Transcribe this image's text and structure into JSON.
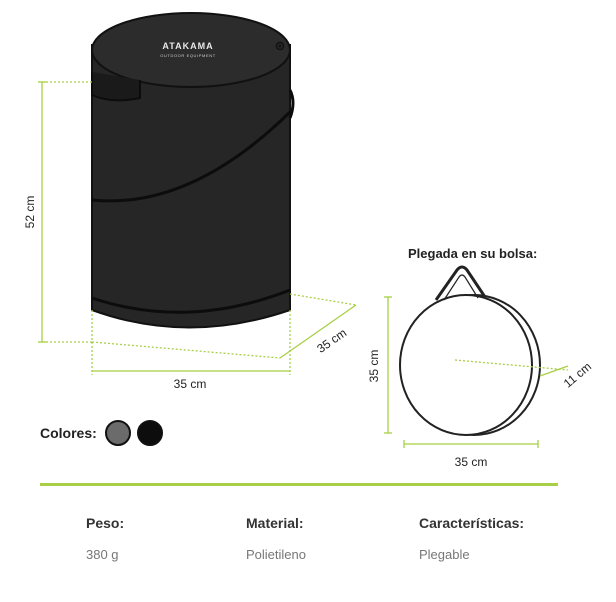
{
  "product": {
    "brand": "ATAKAMA",
    "brand_subtitle": "OUTDOOR EQUIPMENT",
    "dimensions": {
      "height": "52 cm",
      "width": "35 cm",
      "depth": "35 cm"
    }
  },
  "folded": {
    "title": "Plegada en su bolsa:",
    "diameter": "35 cm",
    "height": "35 cm",
    "thickness": "11 cm"
  },
  "colors": {
    "label": "Colores:",
    "swatches": [
      "#6b6b6b",
      "#0d0d0d"
    ]
  },
  "specs": [
    {
      "label": "Peso:",
      "value": "380 g"
    },
    {
      "label": "Material:",
      "value": "Polietileno"
    },
    {
      "label": "Características:",
      "value": "Plegable"
    }
  ],
  "theme": {
    "accent": "#a8cf45",
    "body": "#262626"
  }
}
